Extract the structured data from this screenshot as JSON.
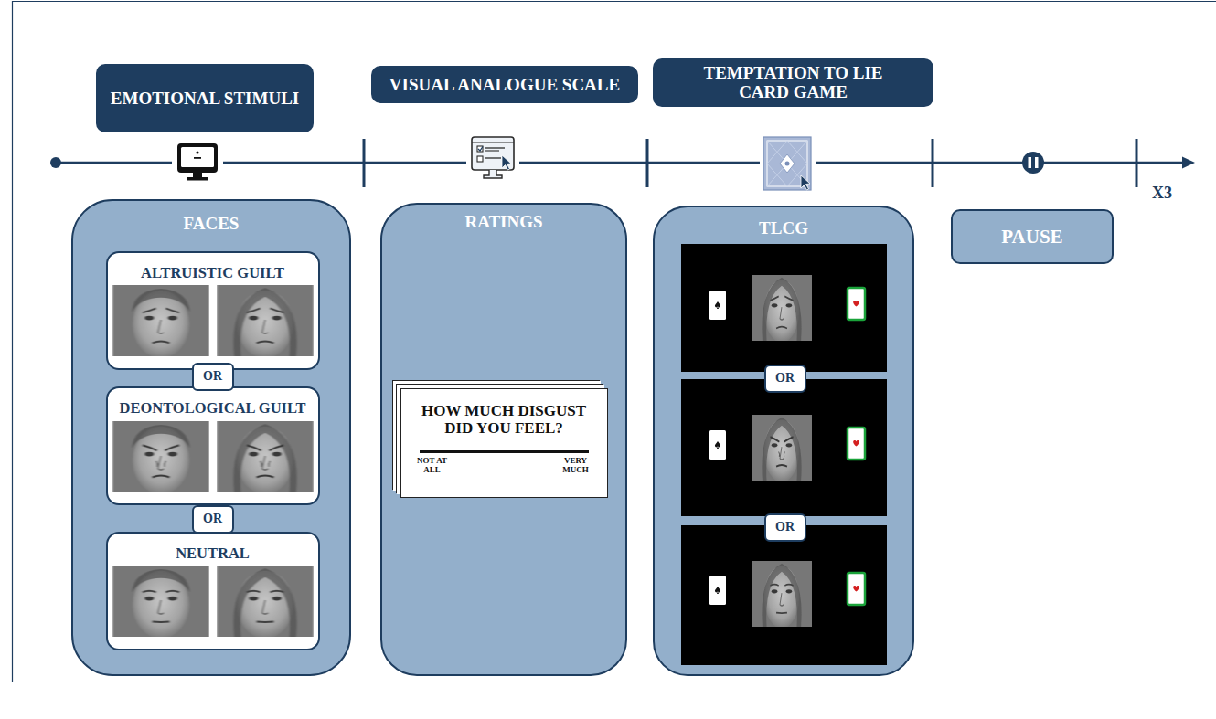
{
  "diagram": {
    "nodes": [
      {
        "text": [
          "EMOTIONAL STIMULI"
        ]
      },
      {
        "text": [
          "VISUAL ANALOGUE SCALE"
        ]
      },
      {
        "text": [
          "TEMPTATION TO LIE CARD GAME"
        ]
      },
      {
        "text": [
          "FACES"
        ]
      },
      {
        "text": [
          "ALTRUISTIC GUILT"
        ],
        "in": 3
      },
      {
        "text": [
          "OR"
        ],
        "in": 3
      },
      {
        "text": [
          "DEONTOLOGICAL GUILT"
        ],
        "in": 3
      },
      {
        "text": [
          "OR"
        ],
        "in": 3
      },
      {
        "text": [
          "NEUTRAL"
        ],
        "in": 3
      },
      {
        "text": [
          "RATINGS"
        ]
      },
      {
        "text": [
          "HOW MUCH DISGUST DID YOU FEEL?",
          "NOT AT ALL",
          "VERY MUCH"
        ],
        "in": 9
      },
      {
        "text": [
          "TLCG"
        ]
      },
      {
        "text": [
          "OR"
        ],
        "in": 11
      },
      {
        "text": [
          "OR"
        ],
        "in": 11
      },
      {
        "text": [
          "PAUSE"
        ]
      }
    ],
    "labels": [
      "X3"
    ]
  }
}
